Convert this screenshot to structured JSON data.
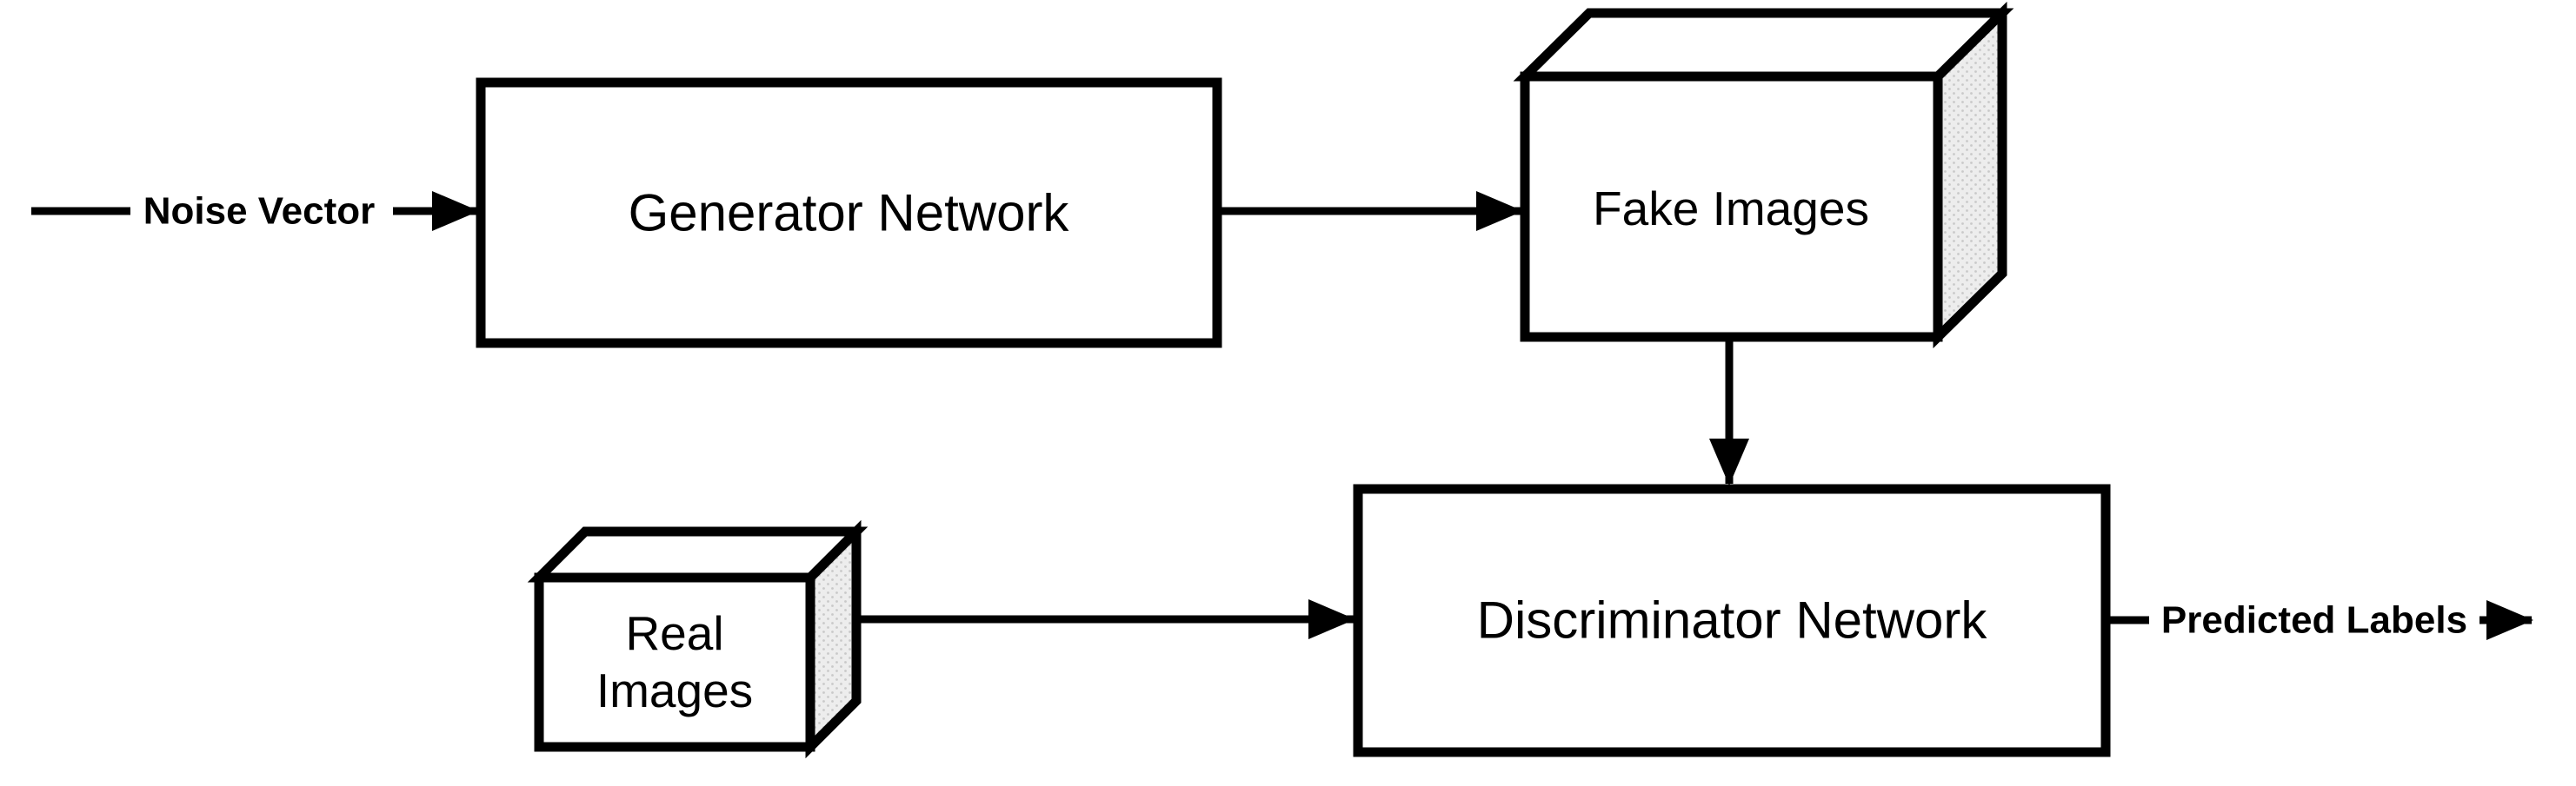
{
  "diagram": {
    "type": "flowchart",
    "subject": "GAN architecture",
    "colors": {
      "background": "#ffffff",
      "stroke": "#000000",
      "node_fill": "#ffffff",
      "text": "#000000",
      "cuboid_side_fill": "#ededed",
      "cuboid_side_dot": "#c9c9c9"
    },
    "nodes": {
      "noise_vector": {
        "label": "Noise Vector",
        "shape": "edge-label",
        "style": "bold"
      },
      "generator": {
        "label": "Generator Network",
        "shape": "rectangle"
      },
      "fake_images": {
        "label": "Fake Images",
        "shape": "cuboid-3d"
      },
      "real_images": {
        "label_line1": "Real",
        "label_line2": "Images",
        "shape": "cuboid-3d"
      },
      "discriminator": {
        "label": "Discriminator Network",
        "shape": "rectangle"
      },
      "predicted_labels": {
        "label": "Predicted Labels",
        "shape": "edge-label",
        "style": "bold"
      }
    },
    "edges": [
      {
        "from": "noise-input",
        "to": "generator",
        "label": "Noise Vector",
        "direction": "right",
        "arrowhead": "filled-triangle"
      },
      {
        "from": "generator",
        "to": "fake_images",
        "label": "",
        "direction": "right",
        "arrowhead": "filled-triangle"
      },
      {
        "from": "fake_images",
        "to": "discriminator",
        "label": "",
        "direction": "down",
        "arrowhead": "filled-triangle"
      },
      {
        "from": "real_images",
        "to": "discriminator",
        "label": "",
        "direction": "right",
        "arrowhead": "filled-triangle"
      },
      {
        "from": "discriminator",
        "to": "output",
        "label": "Predicted Labels",
        "direction": "right",
        "arrowhead": "filled-triangle"
      }
    ]
  }
}
